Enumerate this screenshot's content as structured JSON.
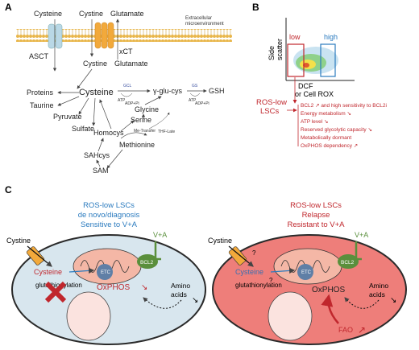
{
  "panel_a": {
    "letter": "A",
    "extracellular": [
      "Extracellular",
      "microenvironment"
    ],
    "top_left": "Cysteine",
    "top_mid1": "Cystine",
    "top_mid2": "Glutamate",
    "asct": "ASCT",
    "xct": "xCT",
    "cystine_in": "Cystine",
    "glutamate_out": "Glutamate",
    "cysteine": "Cysteine",
    "proteins": "Proteins",
    "taurine": "Taurine",
    "pyruvate": "Pyruvate",
    "sulfate": "Sulfate",
    "homocys": "Homocys",
    "sahcys": "SAHcys",
    "sam": "SAM",
    "methionine": "Methionine",
    "serine": "Serine",
    "glycine": "Glycine",
    "gglucys": "γ-glu-cys",
    "gsh": "GSH",
    "gcl": "GCL",
    "gs": "GS",
    "atp": "ATP",
    "adp": "ADP+Pi",
    "metrans": "Me-Transfer",
    "thf": "THF-Late"
  },
  "panel_b": {
    "letter": "B",
    "yaxis": [
      "Side",
      "scatter"
    ],
    "xaxis": [
      "DCF",
      "or Cell ROX"
    ],
    "low": "low",
    "high": "high",
    "ros_low": [
      "ROS-low",
      "LSCs"
    ],
    "bullets": [
      "BCL2 ↗ and high sensitivity to BCL2i",
      "Energy metabolism ↘",
      "ATP level ↘",
      "Reserved glycolytic capacity ↘",
      "Metabolically dormant",
      "OxPHOS dependency ↗"
    ]
  },
  "panel_c": {
    "letter": "C",
    "left_title": [
      "ROS-low LSCs",
      "de novo/diagnosis",
      "Sensitive to V+A"
    ],
    "right_title": [
      "ROS-low LSCs",
      "Relapse",
      "Resistant to V+A"
    ],
    "cystine": "Cystine",
    "va": "V+A",
    "bcl2": "BCL2",
    "etc": "ETC",
    "cysteine": "Cysteine",
    "glutathionylation": "glutathionylation",
    "oxphos": "OxPHOS",
    "amino": [
      "Amino",
      "acids"
    ],
    "fao": "FAO",
    "question": "?"
  },
  "colors": {
    "red": "#c0272d",
    "blue": "#2b7bbf",
    "green": "#5a8f3c",
    "cell_left": "#d8e6ee",
    "cell_right": "#ee7e7a",
    "mito": "#f4b7a6"
  }
}
